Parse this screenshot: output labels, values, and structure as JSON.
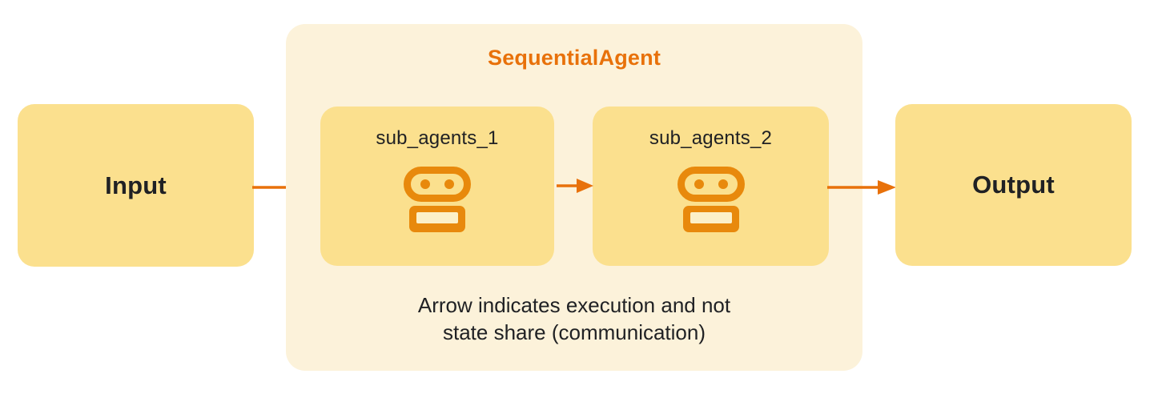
{
  "diagram": {
    "title": "SequentialAgent",
    "nodes": {
      "input": {
        "label": "Input"
      },
      "sub_agent_1": {
        "label": "sub_agents_1",
        "icon": "robot-icon"
      },
      "sub_agent_2": {
        "label": "sub_agents_2",
        "icon": "robot-icon"
      },
      "output": {
        "label": "Output"
      }
    },
    "edges": [
      {
        "from": "input",
        "to": "sub_agent_1"
      },
      {
        "from": "sub_agent_1",
        "to": "sub_agent_2"
      },
      {
        "from": "sub_agent_2",
        "to": "output"
      }
    ],
    "caption": {
      "line1": "Arrow indicates execution and not",
      "line2": "state share (communication)"
    },
    "colors": {
      "page_background": "#FFFFFF",
      "container_background": "#FCF2DA",
      "node_background": "#FBE08E",
      "accent_orange": "#E8710A",
      "robot_orange": "#E8890C",
      "robot_inner_fill": "#FCF0C8",
      "text_dark": "#202124"
    }
  }
}
